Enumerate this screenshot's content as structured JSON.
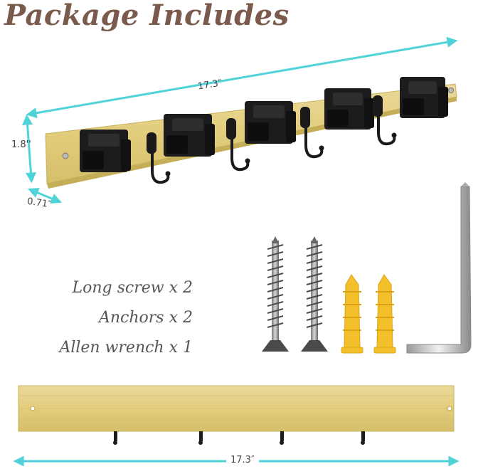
{
  "title": "Package Includes",
  "dimensions": {
    "top_length": "17.3″",
    "height": "1.8''",
    "depth": "0.71″",
    "bottom_length": "17.3″"
  },
  "contents": [
    {
      "label": "Long screw x 2"
    },
    {
      "label": "Anchors x 2"
    },
    {
      "label": "Allen wrench x 1"
    }
  ],
  "colors": {
    "title": "#7a5a4c",
    "dimension_line": "#4fd3d8",
    "bamboo": "#e3cf7e",
    "anchor": "#f3c02c",
    "hardware_black": "#1c1c1c"
  }
}
